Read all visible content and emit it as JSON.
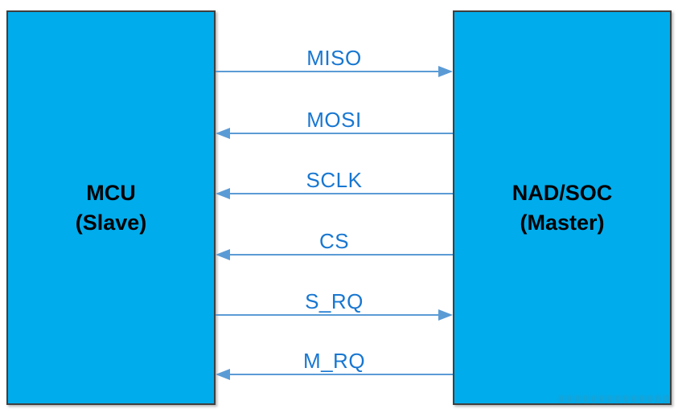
{
  "diagram": {
    "left_node": {
      "title": "MCU",
      "subtitle": "(Slave)"
    },
    "right_node": {
      "title": "NAD/SOC",
      "subtitle": "(Master)"
    },
    "signals": [
      {
        "label": "MISO",
        "direction": "right"
      },
      {
        "label": "MOSI",
        "direction": "left"
      },
      {
        "label": "SCLK",
        "direction": "left"
      },
      {
        "label": "CS",
        "direction": "left"
      },
      {
        "label": "S_RQ",
        "direction": "right"
      },
      {
        "label": "M_RQ",
        "direction": "left"
      }
    ],
    "colors": {
      "node_fill": "#00ACEC",
      "node_border": "#3F3F3F",
      "node_text": "#000000",
      "signal_label": "#1877D1",
      "signal_line": "#5B9BD5"
    }
  }
}
